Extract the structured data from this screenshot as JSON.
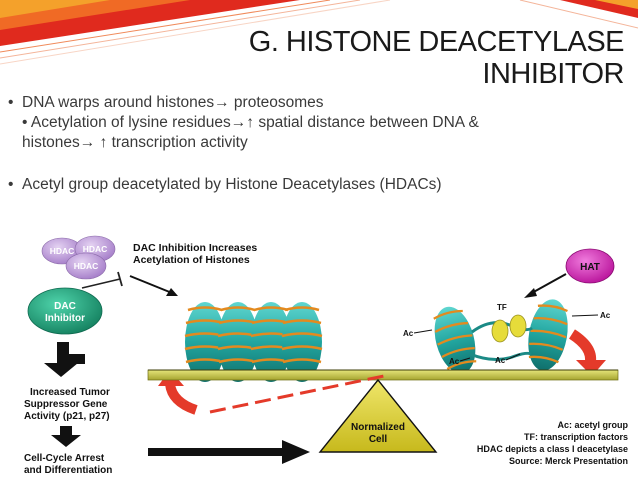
{
  "slide": {
    "title_line1": "G. HISTONE DEACETYLASE",
    "title_line2": "INHIBITOR",
    "bullets": {
      "b1": "DNA warps around histones→ proteosomes",
      "b2_line1": "• Acetylation of lysine residues→↑ spatial distance between DNA &",
      "b2_line2": "histones→ ↑ transcription activity",
      "b3": "Acetyl group deacetylated by Histone Deacetylases (HDACs)"
    },
    "bullet_glyph": "•"
  },
  "diagram": {
    "hdac_label": "HDAC",
    "dac_inhibitor_line1": "DAC",
    "dac_inhibitor_line2": "Inhibitor",
    "inhibition_line1": "DAC Inhibition Increases",
    "inhibition_line2": "Acetylation of Histones",
    "hat_label": "HAT",
    "tf_label": "TF",
    "ac_label": "Ac",
    "tumor_line1": "Increased Tumor",
    "tumor_line2": "Suppressor Gene",
    "tumor_line3": "Activity (p21, p27)",
    "arrest_line1": "Cell-Cycle Arrest",
    "arrest_line2": "and Differentiation",
    "fulcrum_line1": "Normalized",
    "fulcrum_line2": "Cell",
    "legend": [
      "Ac: acetyl group",
      "TF: transcription factors",
      "HDAC depicts a class I deacetylase",
      "Source: Merck Presentation"
    ],
    "colors": {
      "hdac_purple": "#b08ad0",
      "dac_teal": "#1f9e7c",
      "hat_magenta": "#d81fb6",
      "histone_teal": "#2bb3ad",
      "histone_orange": "#e38a1f",
      "tf_yellow": "#e6dc3a",
      "fulcrum_yellow": "#d8cc2a",
      "beam_olive": "#c6c54a",
      "red_arrow": "#e43a2a"
    }
  }
}
